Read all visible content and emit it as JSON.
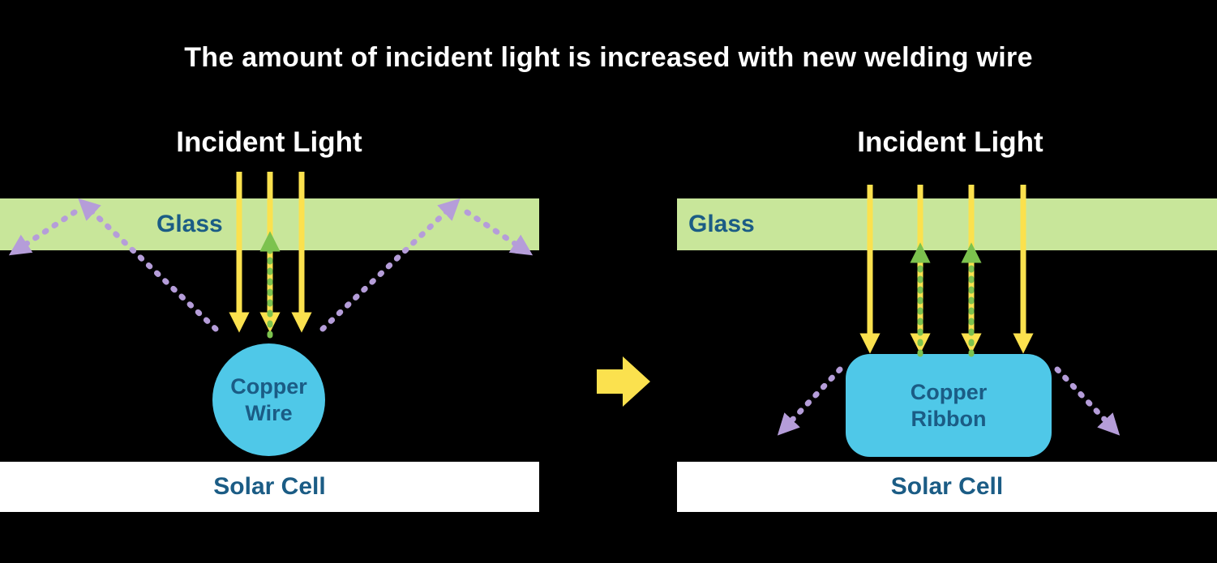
{
  "title": "The amount of incident light is increased with new welding wire",
  "left_panel": {
    "incident_light": "Incident Light",
    "glass": "Glass",
    "component_line1": "Copper",
    "component_line2": "Wire",
    "solar_cell": "Solar Cell"
  },
  "right_panel": {
    "incident_light": "Incident Light",
    "glass": "Glass",
    "component_line1": "Copper",
    "component_line2": "Ribbon",
    "solar_cell": "Solar Cell"
  },
  "colors": {
    "background": "#000000",
    "title_text": "#ffffff",
    "glass_fill": "#c8e69a",
    "label_text": "#1b5c85",
    "incident_arrow_yellow": "#fbe14e",
    "reflected_arrow_purple": "#b59dd9",
    "returned_arrow_green": "#7cc24e",
    "copper_fill": "#4fc8e8",
    "solar_cell_fill": "#ffffff",
    "transition_arrow": "#fbe14e"
  }
}
